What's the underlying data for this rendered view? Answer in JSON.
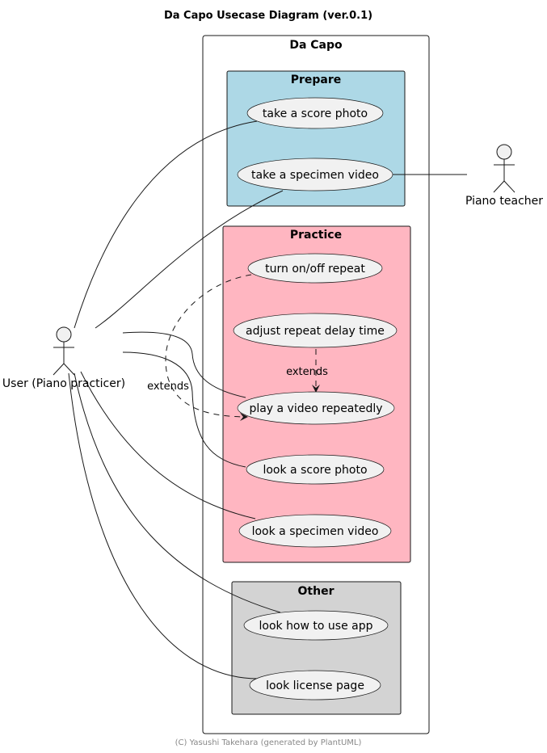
{
  "title": "Da Capo Usecase Diagram (ver.0.1)",
  "system": {
    "name": "Da Capo"
  },
  "packages": [
    {
      "id": "prepare",
      "title": "Prepare",
      "color": "#add8e6"
    },
    {
      "id": "practice",
      "title": "Practice",
      "color": "#ffb6c1"
    },
    {
      "id": "other",
      "title": "Other",
      "color": "#d3d3d3"
    }
  ],
  "usecases": [
    {
      "id": "take-score-photo",
      "label": "take a score photo",
      "package": "prepare"
    },
    {
      "id": "take-specimen-video",
      "label": "take a specimen video",
      "package": "prepare"
    },
    {
      "id": "turn-repeat",
      "label": "turn on/off repeat",
      "package": "practice"
    },
    {
      "id": "adjust-delay",
      "label": "adjust repeat delay time",
      "package": "practice"
    },
    {
      "id": "play-repeatedly",
      "label": "play a video repeatedly",
      "package": "practice"
    },
    {
      "id": "look-score-photo",
      "label": "look a score photo",
      "package": "practice"
    },
    {
      "id": "look-specimen-video",
      "label": "look a specimen video",
      "package": "practice"
    },
    {
      "id": "look-how-to-use",
      "label": "look how to use app",
      "package": "other"
    },
    {
      "id": "look-license",
      "label": "look license page",
      "package": "other"
    }
  ],
  "actors": [
    {
      "id": "user",
      "label": "User (Piano practicer)"
    },
    {
      "id": "teacher",
      "label": "Piano teacher"
    }
  ],
  "associations": [
    {
      "actor": "user",
      "usecase": "take-score-photo"
    },
    {
      "actor": "user",
      "usecase": "take-specimen-video"
    },
    {
      "actor": "user",
      "usecase": "play-repeatedly"
    },
    {
      "actor": "user",
      "usecase": "look-score-photo"
    },
    {
      "actor": "user",
      "usecase": "look-specimen-video"
    },
    {
      "actor": "user",
      "usecase": "look-how-to-use"
    },
    {
      "actor": "user",
      "usecase": "look-license"
    },
    {
      "actor": "teacher",
      "usecase": "take-specimen-video"
    }
  ],
  "extends": [
    {
      "from": "adjust-delay",
      "to": "play-repeatedly",
      "label": "extends"
    },
    {
      "from": "turn-repeat",
      "to": "play-repeatedly",
      "label": "extends"
    }
  ],
  "footer": "(C) Yasushi Takehara (generated by PlantUML)"
}
